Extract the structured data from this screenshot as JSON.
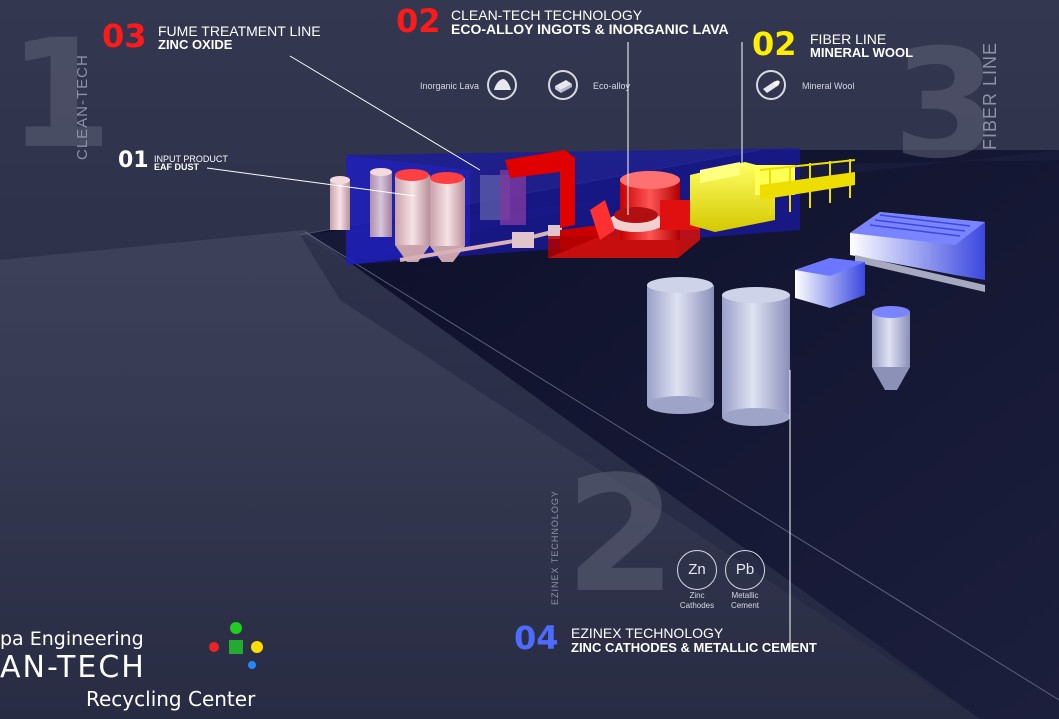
{
  "sections": {
    "s1": {
      "number": "1",
      "label": "CLEAN-TECH"
    },
    "s2": {
      "number": "2",
      "label": "EZINEX TECHNOLOGY"
    },
    "s3": {
      "number": "3",
      "label": "FIBER LINE"
    }
  },
  "callouts": {
    "input": {
      "number": "01",
      "title": "INPUT PRODUCT",
      "subtitle": "EAF DUST",
      "color": "#ffffff"
    },
    "fume": {
      "number": "03",
      "title": "FUME TREATMENT LINE",
      "subtitle": "ZINC OXIDE",
      "color": "#ff1a1a"
    },
    "cleantech": {
      "number": "02",
      "title": "CLEAN-TECH TECHNOLOGY",
      "subtitle": "ECO-ALLOY INGOTS & INORGANIC LAVA",
      "color": "#ff1a1a"
    },
    "fiber": {
      "number": "02",
      "title": "FIBER LINE",
      "subtitle": "MINERAL WOOL",
      "color": "#ffee00"
    },
    "ezinex": {
      "number": "04",
      "title": "EZINEX TECHNOLOGY",
      "subtitle": "ZINC CATHODES & METALLIC CEMENT",
      "color": "#4d6bff"
    }
  },
  "products": {
    "lava": {
      "label": "Inorganic Lava",
      "icon": "lava-mound-icon"
    },
    "ecoalloy": {
      "label": "Eco-alloy",
      "icon": "ingot-icon"
    },
    "wool": {
      "label": "Mineral Wool",
      "icon": "wool-roll-icon"
    },
    "zinc": {
      "symbol": "Zn",
      "caption1": "Zinc",
      "caption2": "Cathodes"
    },
    "lead": {
      "symbol": "Pb",
      "caption1": "Metallic",
      "caption2": "Cement"
    }
  },
  "logo": {
    "line1": "pa Engineering",
    "line2": "AN-TECH",
    "line3": "Recycling Center",
    "dot_colors": [
      "#22cc22",
      "#ee2222",
      "#22aa33",
      "#ffdd00",
      "#2288ff"
    ]
  },
  "colors": {
    "cleantech_red": "#ff1a1a",
    "fiber_yellow": "#ffee00",
    "ezinex_blue": "#4d6bff",
    "fume_blue": "#1a1aa0"
  }
}
